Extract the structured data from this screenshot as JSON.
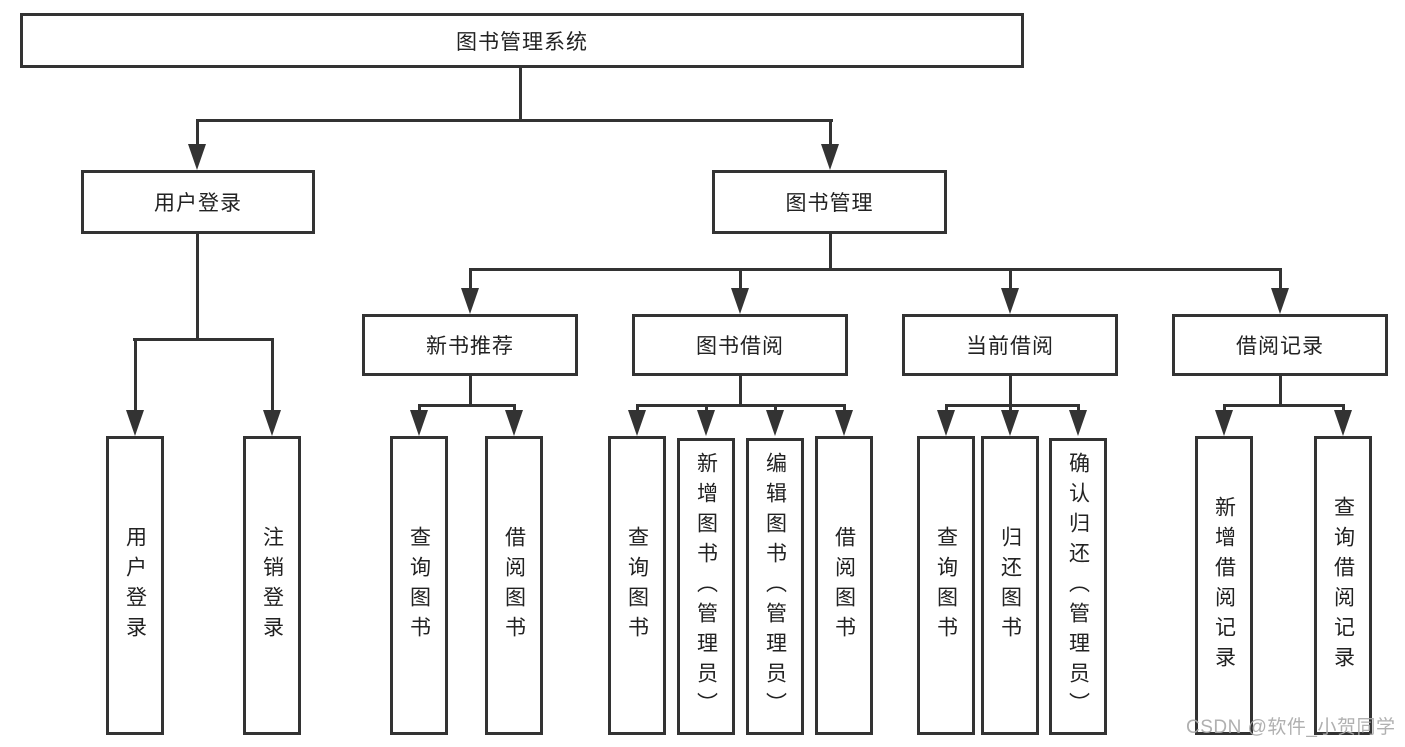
{
  "diagram": {
    "root": {
      "label": "图书管理系统"
    },
    "branches": {
      "user_login": {
        "label": "用户登录",
        "children": [
          "用户登录",
          "注销登录"
        ]
      },
      "book_management": {
        "label": "图书管理",
        "sections": [
          {
            "label": "新书推荐",
            "children": [
              "查询图书",
              "借阅图书"
            ]
          },
          {
            "label": "图书借阅",
            "children": [
              "查询图书",
              "新增图书（管理员）",
              "编辑图书（管理员）",
              "借阅图书"
            ]
          },
          {
            "label": "当前借阅",
            "children": [
              "查询图书",
              "归还图书",
              "确认归还（管理员）"
            ]
          },
          {
            "label": "借阅记录",
            "children": [
              "新增借阅记录",
              "查询借阅记录"
            ]
          }
        ]
      }
    }
  },
  "watermark": {
    "text": "CSDN @软件_小贺同学",
    "color": "#aaaaaa"
  },
  "colors": {
    "line": "#333333",
    "box_border": "#333333",
    "text": "#222222",
    "background": "#ffffff"
  }
}
